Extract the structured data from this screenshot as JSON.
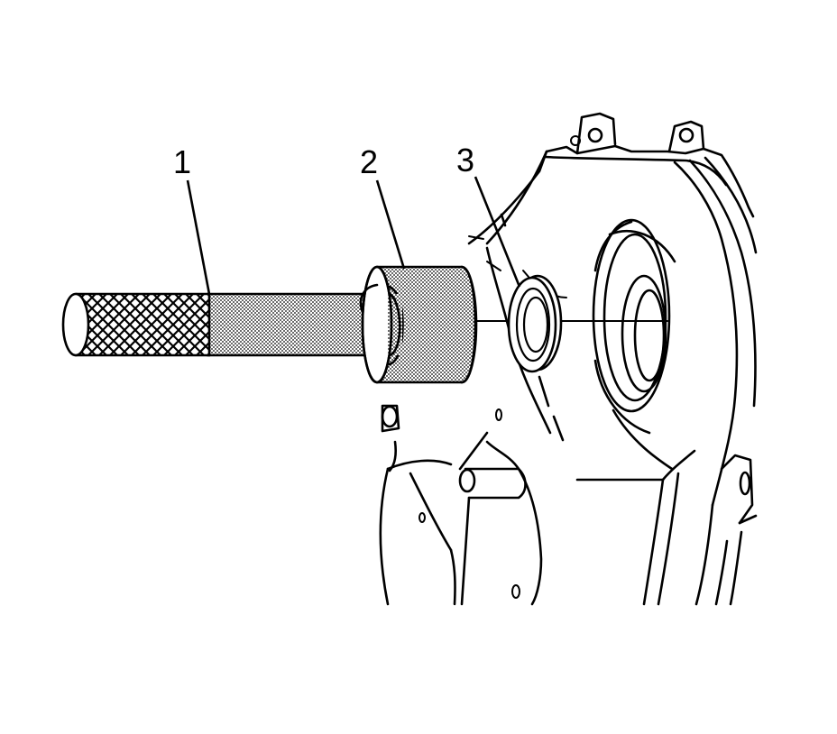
{
  "callouts": {
    "c1": "1",
    "c2": "2",
    "c3": "3"
  },
  "colors": {
    "line": "#000000",
    "background": "#ffffff",
    "shade_fill": "#e6e6e6"
  }
}
